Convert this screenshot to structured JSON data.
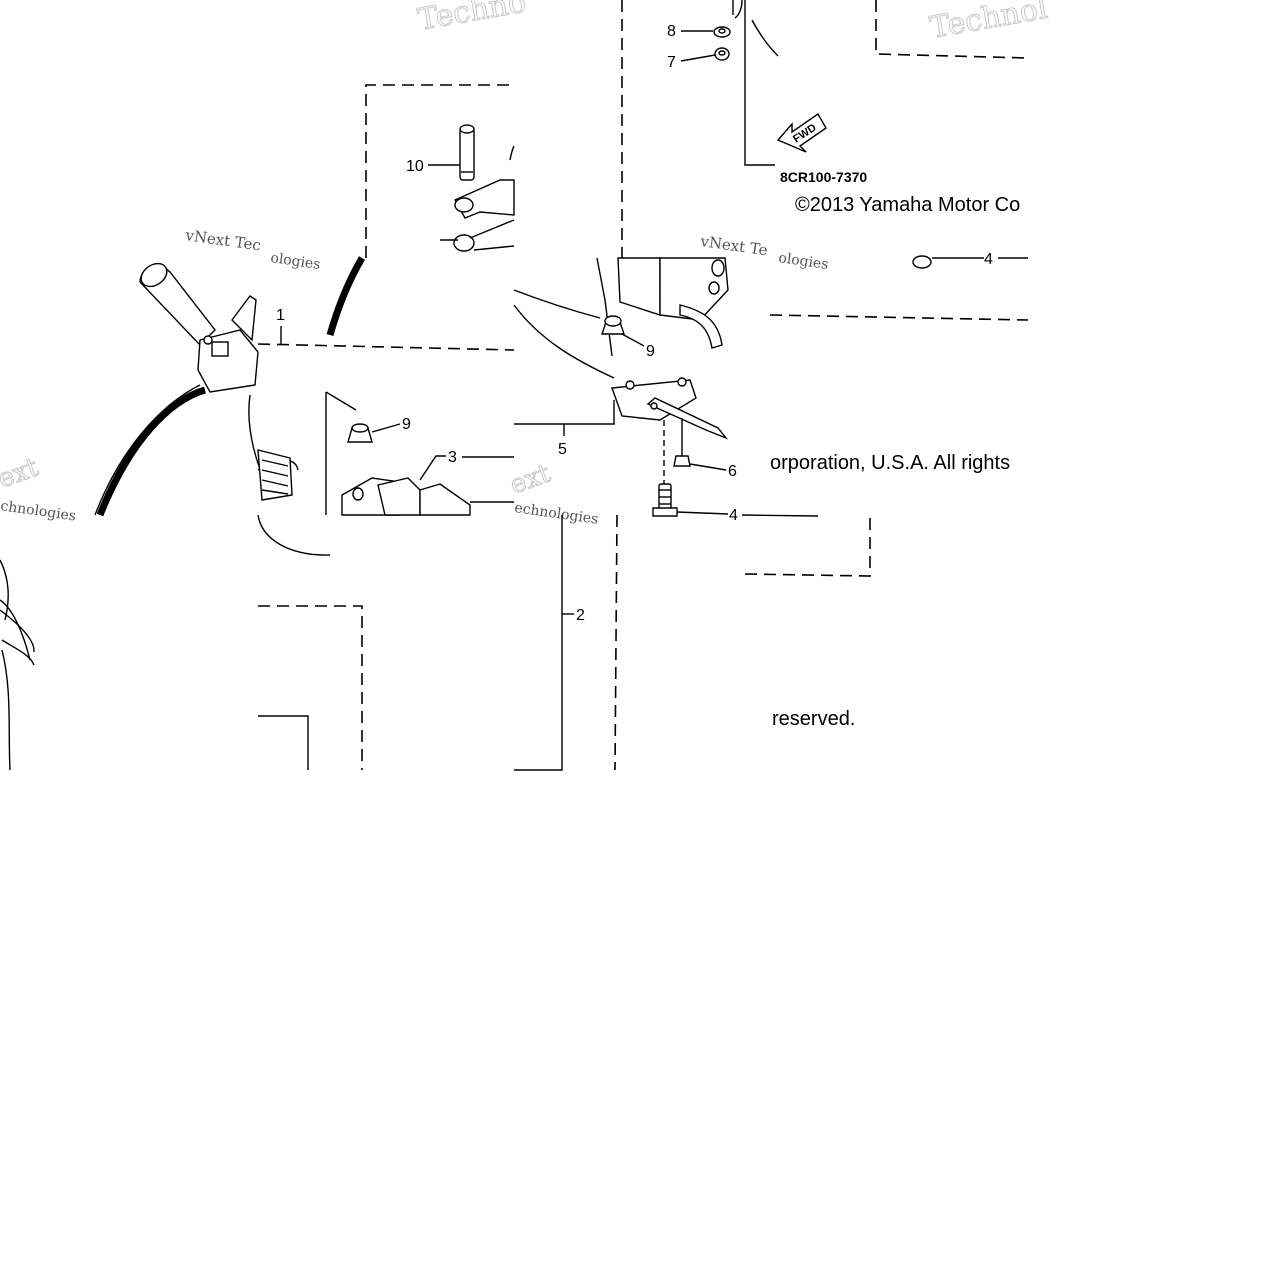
{
  "diagram": {
    "code": "8CR100-7370",
    "fwd_label": "FWD",
    "copyright_line1": "©2013 Yamaha Motor Co",
    "copyright_line2": "orporation, U.S.A. All rights",
    "copyright_line3": "reserved.",
    "watermarks": {
      "brand_outline": "Techno",
      "brand_outline_2": "Technol",
      "small_1": "vNext Tec",
      "small_2": "vNext Te",
      "ologies_1": "ologies",
      "ologies_2": "ologies",
      "technologies_left": "chnologies",
      "technologies_mid": "echnologies",
      "ext_left": "ext",
      "ext_mid": "ext"
    },
    "callouts": {
      "c1": "1",
      "c2": "2",
      "c3": "3",
      "c4a": "4",
      "c4b": "4",
      "c5": "5",
      "c6": "6",
      "c7": "7",
      "c8": "8",
      "c9a": "9",
      "c9b": "9",
      "c10": "10"
    }
  }
}
